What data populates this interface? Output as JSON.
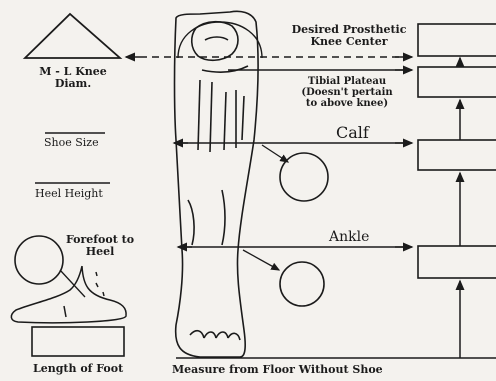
{
  "labels": {
    "ml_knee_diam": [
      "M - L Knee",
      "Diam."
    ],
    "shoe_size": "Shoe Size",
    "heel_height": "Heel Height",
    "forefoot_to_heel": [
      "Forefoot to",
      "Heel"
    ],
    "length_of_foot": "Length  of Foot",
    "measure_from_floor": "Measure from Floor Without Shoe",
    "desired_prosthetic_knee_center": [
      "Desired Prosthetic",
      "Knee Center"
    ],
    "tibial_plateau": [
      "Tibial Plateau",
      "(Doesn't pertain",
      "to above knee)"
    ],
    "calf": "Calf",
    "ankle": "Ankle"
  },
  "colors": {
    "ink": "#1b1b1b",
    "paper": "#f4f2ee"
  }
}
